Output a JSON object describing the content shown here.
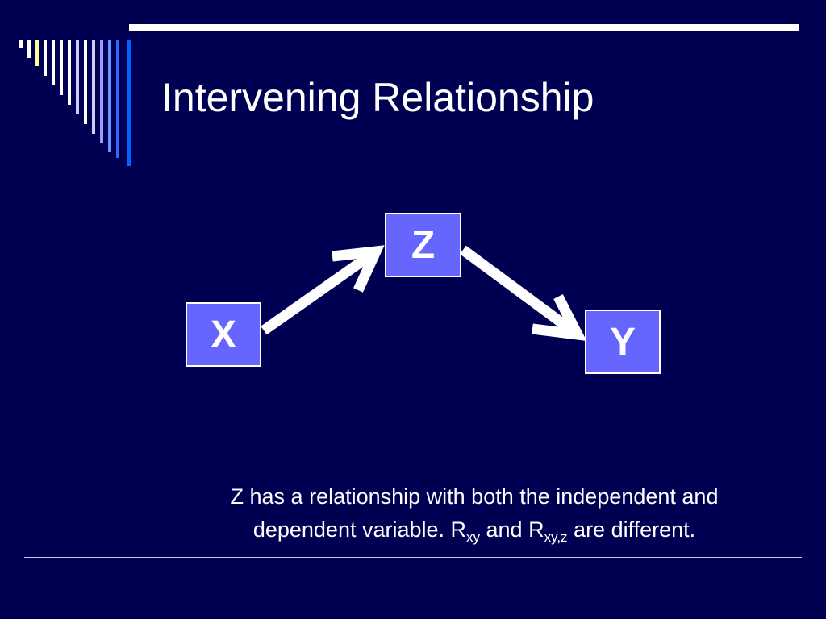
{
  "slide": {
    "title": "Intervening Relationship",
    "colors": {
      "background": "#000052",
      "node_fill": "#6666ff",
      "text": "#ffffff",
      "rule": "#ffffff"
    }
  },
  "diagram": {
    "nodes": {
      "x": "X",
      "z": "Z",
      "y": "Y"
    },
    "edges": [
      {
        "from": "X",
        "to": "Z"
      },
      {
        "from": "Z",
        "to": "Y"
      }
    ]
  },
  "caption": {
    "line1": "Z has a relationship with both the independent and",
    "line2_a": "dependent variable. R",
    "sub1": "xy",
    "line2_b": " and R",
    "sub2": "xy,z",
    "line2_c": " are different."
  }
}
